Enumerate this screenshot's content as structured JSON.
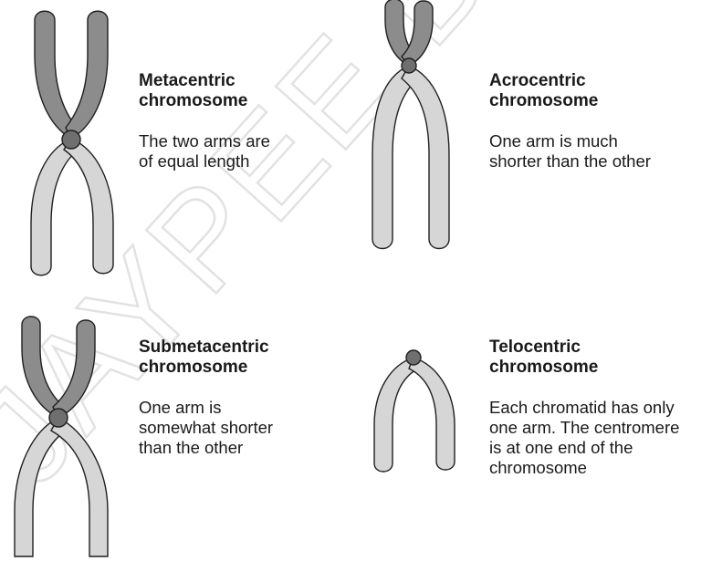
{
  "watermark": "JAYPEE BROTHERS",
  "panels": {
    "metacentric": {
      "title": [
        "Metacentric",
        "chromosome"
      ],
      "description": [
        "The two arms are",
        "of equal length"
      ]
    },
    "acrocentric": {
      "title": [
        "Acrocentric",
        "chromosome"
      ],
      "description": [
        "One arm is much",
        "shorter than the other"
      ]
    },
    "submetacentric": {
      "title": [
        "Submetacentric",
        "chromosome"
      ],
      "description": [
        "One arm is",
        "somewhat shorter",
        "than the other"
      ]
    },
    "telocentric": {
      "title": [
        "Telocentric",
        "chromosome"
      ],
      "description": [
        "Each chromatid has only",
        "one arm. The centromere",
        "is at one end of the",
        "chromosome"
      ]
    }
  },
  "colors": {
    "short_arm": "#8c8c8c",
    "long_arm": "#d6d6d6",
    "centromere": "#6f6f6f",
    "outline": "#1f1f1f",
    "watermark": "#e0e0e0"
  }
}
